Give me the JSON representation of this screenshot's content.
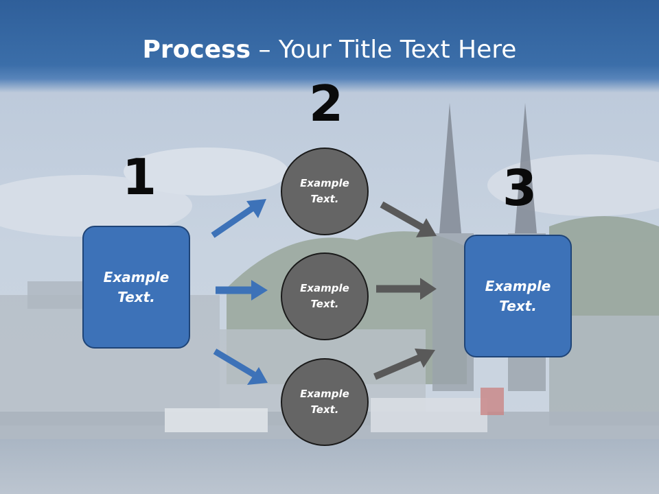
{
  "slide": {
    "title_bold": "Process",
    "title_rest": " – Your Title Text Here"
  },
  "steps": {
    "n1": "1",
    "n2": "2",
    "n3": "3"
  },
  "nodes": {
    "left_box": "Example\nText.",
    "circle_top": "Example\nText.",
    "circle_mid": "Example\nText.",
    "circle_bottom": "Example\nText.",
    "right_box": "Example\nText."
  },
  "colors": {
    "box_fill": "#3d72b8",
    "circle_fill": "#656565",
    "arrow_blue": "#3d72b8",
    "arrow_gray": "#595959",
    "title_band": "#3b6ea9"
  }
}
